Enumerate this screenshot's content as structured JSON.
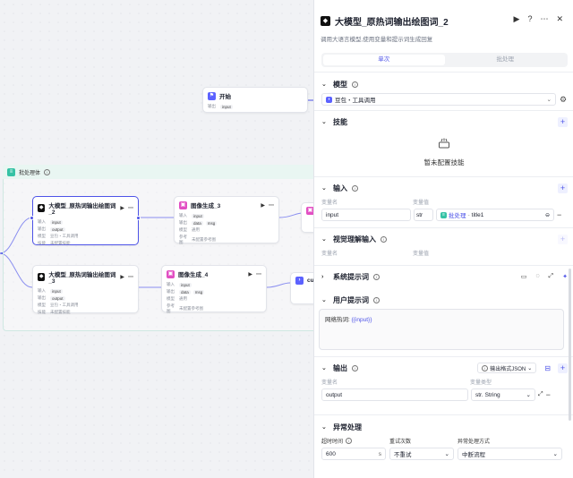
{
  "canvas": {
    "start_node": {
      "title": "开始",
      "out_label": "输出",
      "out_var": "input"
    },
    "batch": {
      "title": "批处理体"
    },
    "llm_node_1": {
      "title": "大模型_原热词输出绘图词_2",
      "in_label": "输入",
      "in_var": "input",
      "out_label": "输出",
      "out_var": "output",
      "model_label": "模型",
      "model": "豆包・工具调用",
      "skill_label": "技能",
      "skill": "未配置技能"
    },
    "img_node_1": {
      "title": "图像生成_3",
      "in_label": "输入",
      "in_var": "input",
      "out_label": "输出",
      "out_var1": "data",
      "out_var2": "msg",
      "model_label": "模型",
      "model": "通用",
      "ref_label": "参考图",
      "ref": "未配置参考图"
    },
    "llm_node_2": {
      "title": "大模型_原热词输出绘图词_3",
      "in_label": "输入",
      "in_var": "input",
      "out_label": "输出",
      "out_var": "output",
      "model_label": "模型",
      "model": "豆包・工具调用",
      "skill_label": "技能",
      "skill": "未配置技能"
    },
    "img_node_2": {
      "title": "图像生成_4",
      "in_label": "输入",
      "in_var": "input",
      "out_label": "输出",
      "out_var1": "data",
      "out_var2": "msg",
      "model_label": "模型",
      "model": "通用",
      "ref_label": "参考图",
      "ref": "未配置参考图"
    },
    "cut_node": {
      "title": "cuto"
    }
  },
  "panel": {
    "title": "大模型_原热词输出绘图词_2",
    "description": "调用大语言模型,使用变量和提示词生成回复",
    "tabs": [
      {
        "label": "单次"
      },
      {
        "label": "批处理"
      }
    ],
    "model": {
      "heading": "模型",
      "value": "豆包・工具调用"
    },
    "skills": {
      "heading": "技能",
      "empty": "暂未配置技能"
    },
    "input": {
      "heading": "输入",
      "col_name": "变量名",
      "col_value": "变量值",
      "name": "input",
      "type": "str",
      "source_node": "批处理",
      "source_var": "title1"
    },
    "vision": {
      "heading": "视觉理解输入",
      "col_name": "变量名",
      "col_value": "变量值"
    },
    "system_prompt": {
      "heading": "系统提示词"
    },
    "user_prompt": {
      "heading": "用户提示词",
      "text": "网络热词:",
      "var": "{{input}}"
    },
    "output": {
      "heading": "输出",
      "format": "输出格式JSON",
      "col_name": "变量名",
      "col_type": "变量类型",
      "name": "output",
      "type_prefix": "str.",
      "type": "String"
    },
    "exception": {
      "heading": "异常处理",
      "timeout_label": "超时时间",
      "timeout": "600",
      "timeout_unit": "s",
      "retry_label": "重试次数",
      "retry": "不重试",
      "method_label": "异常处理方式",
      "method": "中断流程"
    }
  }
}
